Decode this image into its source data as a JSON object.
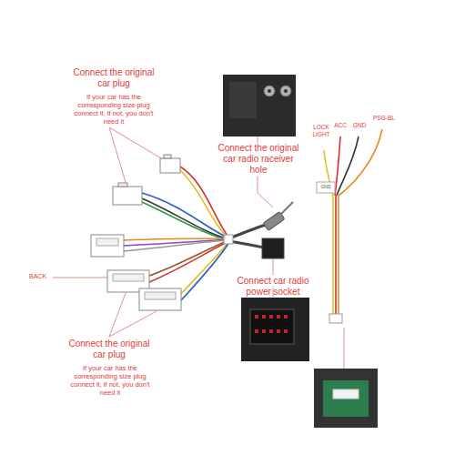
{
  "diagram": {
    "labels": [
      "Connect the original car plug",
      "If your car has the corresponding size plug connect it, if not, you don't need it",
      "LOCK LIGHT",
      "ACC",
      "GND",
      "PSG-BL",
      "Connect the original car radio raceiver hole",
      "GND",
      "BACK",
      "Connect car radio power socket",
      "Connect the original car plug",
      "If your car has the corresponding size plug connect it, if not, you don't need it"
    ]
  }
}
